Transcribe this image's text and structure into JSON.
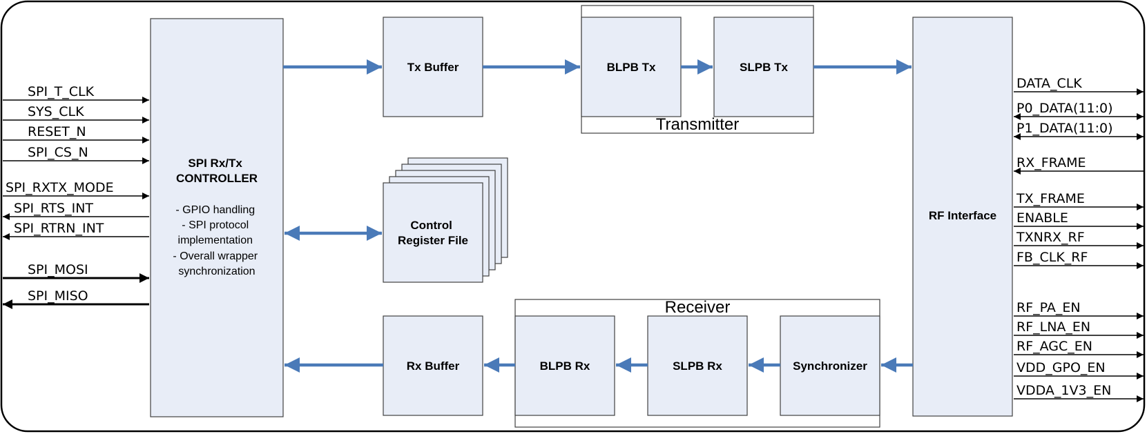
{
  "blocks": {
    "spi_controller": {
      "title": [
        "SPI Rx/Tx",
        "CONTROLLER"
      ],
      "details": [
        "- GPIO handling",
        "- SPI protocol",
        "implementation",
        "- Overall wrapper",
        "synchronization"
      ]
    },
    "tx_buffer": [
      "Tx Buffer"
    ],
    "blpb_tx": [
      "BLPB Tx"
    ],
    "slpb_tx": [
      "SLPB Tx"
    ],
    "control_register_file": [
      "Control",
      "Register File"
    ],
    "rf_interface": [
      "RF Interface"
    ],
    "rx_buffer": [
      "Rx Buffer"
    ],
    "blpb_rx": [
      "BLPB Rx"
    ],
    "slpb_rx": [
      "SLPB Rx"
    ],
    "synchronizer": [
      "Synchronizer"
    ]
  },
  "groups": {
    "transmitter": "Transmitter",
    "receiver": "Receiver"
  },
  "left_signals": [
    {
      "label": "SPI_T_CLK",
      "dir": "in"
    },
    {
      "label": "SYS_CLK",
      "dir": "in"
    },
    {
      "label": "RESET_N",
      "dir": "in"
    },
    {
      "label": "SPI_CS_N",
      "dir": "in"
    },
    {
      "label": "SPI_RXTX_MODE",
      "dir": "in"
    },
    {
      "label": "SPI_RTS_INT",
      "dir": "out"
    },
    {
      "label": "SPI_RTRN_INT",
      "dir": "out"
    },
    {
      "label": "SPI_MOSI",
      "dir": "in",
      "bus": true
    },
    {
      "label": "SPI_MISO",
      "dir": "out",
      "bus": true
    }
  ],
  "right_signals": [
    {
      "label": "DATA_CLK",
      "dir": "out"
    },
    {
      "label": "P0_DATA(11:0)",
      "dir": "bidir"
    },
    {
      "label": "P1_DATA(11:0)",
      "dir": "bidir"
    },
    {
      "label": "RX_FRAME",
      "dir": "in"
    },
    {
      "label": "TX_FRAME",
      "dir": "out"
    },
    {
      "label": "ENABLE",
      "dir": "out"
    },
    {
      "label": "TXNRX_RF",
      "dir": "out"
    },
    {
      "label": "FB_CLK_RF",
      "dir": "out"
    },
    {
      "label": "RF_PA_EN",
      "dir": "out"
    },
    {
      "label": "RF_LNA_EN",
      "dir": "out"
    },
    {
      "label": "RF_AGC_EN",
      "dir": "out"
    },
    {
      "label": "VDD_GPO_EN",
      "dir": "out"
    },
    {
      "label": "VDDA_1V3_EN",
      "dir": "out"
    }
  ],
  "colors": {
    "block_fill": "#e8edf7",
    "block_stroke": "#404040",
    "flow_arrow": "#4a7ab8",
    "signal_line": "#000000"
  }
}
